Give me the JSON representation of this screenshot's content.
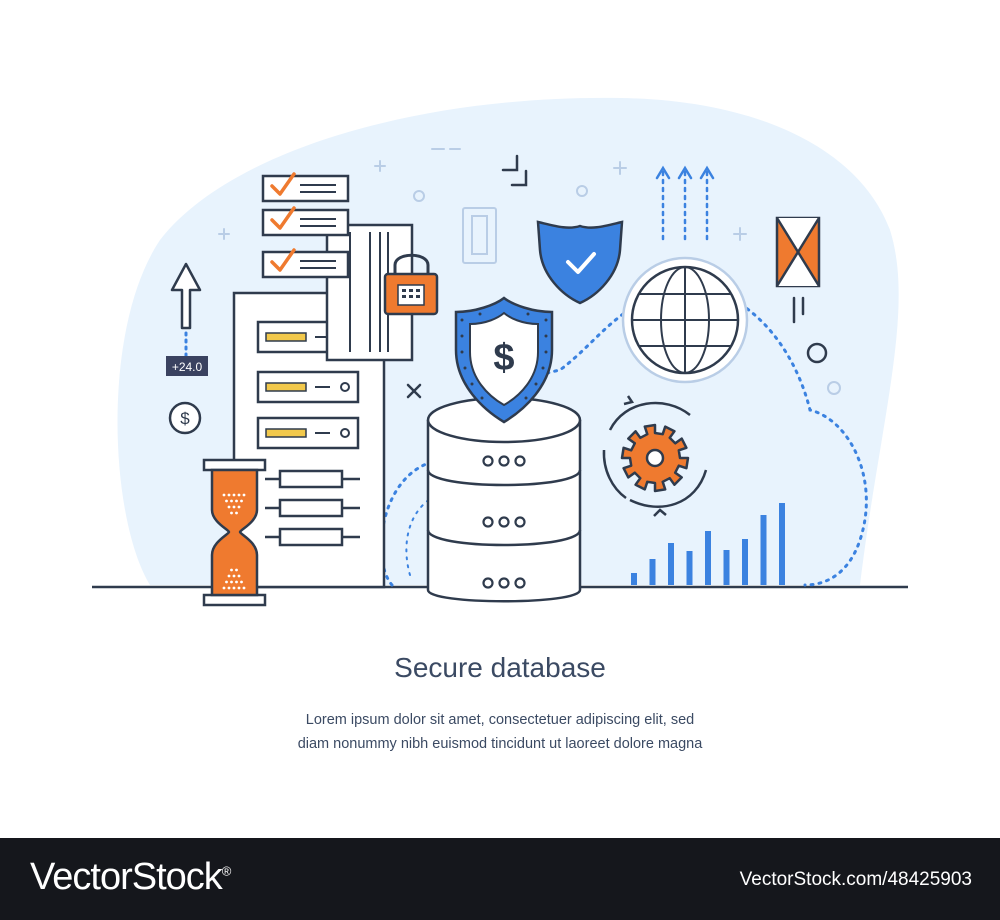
{
  "illustration": {
    "growth_label": "+24.0",
    "currency_symbol": "$",
    "shield_currency_symbol": "$",
    "colors": {
      "outline": "#2f3b4d",
      "accent_blue": "#3b82e0",
      "accent_orange": "#ef7a2f",
      "backdrop": "#e8f3fd",
      "badge": "#3a4260"
    },
    "icons": [
      "checklist-icon",
      "padlock-icon",
      "hourglass-icon",
      "server-rack-icon",
      "database-icon",
      "dollar-shield-icon",
      "check-shield-icon",
      "globe-icon",
      "gear-sync-icon",
      "bar-graph-icon",
      "envelope-icon",
      "cloud-icon",
      "dollar-coin-icon",
      "up-arrow-icon"
    ]
  },
  "text": {
    "title": "Secure database",
    "description_line1": "Lorem ipsum dolor sit amet, consectetuer adipiscing elit, sed",
    "description_line2": "diam nonummy nibh euismod tincidunt ut laoreet dolore magna"
  },
  "footer": {
    "brand": "VectorStock",
    "registered_mark": "®",
    "image_id": "VectorStock.com/48425903"
  }
}
